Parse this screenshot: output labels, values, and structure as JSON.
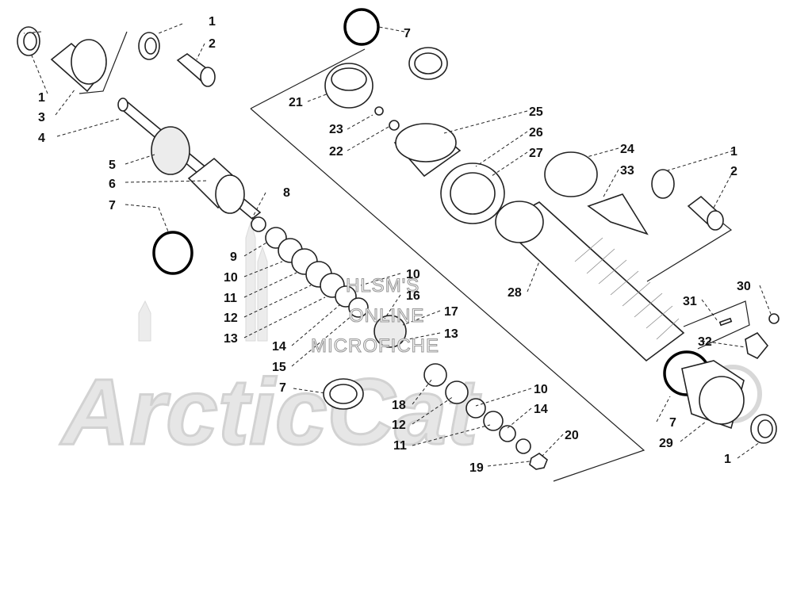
{
  "watermark": {
    "brand": "ArcticCat",
    "line1": "HLSM'S",
    "line2": "ONLINE",
    "line3": "MICROFICHE"
  },
  "callouts": [
    {
      "id": "c1a",
      "text": "1"
    },
    {
      "id": "c2a",
      "text": "2"
    },
    {
      "id": "c1b",
      "text": "1"
    },
    {
      "id": "c3",
      "text": "3"
    },
    {
      "id": "c4",
      "text": "4"
    },
    {
      "id": "c5",
      "text": "5"
    },
    {
      "id": "c6",
      "text": "6"
    },
    {
      "id": "c7a",
      "text": "7"
    },
    {
      "id": "c8",
      "text": "8"
    },
    {
      "id": "c9",
      "text": "9"
    },
    {
      "id": "c10a",
      "text": "10"
    },
    {
      "id": "c11a",
      "text": "11"
    },
    {
      "id": "c12a",
      "text": "12"
    },
    {
      "id": "c13a",
      "text": "13"
    },
    {
      "id": "c14a",
      "text": "14"
    },
    {
      "id": "c15",
      "text": "15"
    },
    {
      "id": "c7b",
      "text": "7"
    },
    {
      "id": "c10b",
      "text": "10"
    },
    {
      "id": "c16",
      "text": "16"
    },
    {
      "id": "c17",
      "text": "17"
    },
    {
      "id": "c13b",
      "text": "13"
    },
    {
      "id": "c18",
      "text": "18"
    },
    {
      "id": "c12b",
      "text": "12"
    },
    {
      "id": "c11b",
      "text": "11"
    },
    {
      "id": "c10c",
      "text": "10"
    },
    {
      "id": "c14b",
      "text": "14"
    },
    {
      "id": "c20",
      "text": "20"
    },
    {
      "id": "c19",
      "text": "19"
    },
    {
      "id": "c7c",
      "text": "7"
    },
    {
      "id": "c21",
      "text": "21"
    },
    {
      "id": "c23",
      "text": "23"
    },
    {
      "id": "c22",
      "text": "22"
    },
    {
      "id": "c25",
      "text": "25"
    },
    {
      "id": "c26",
      "text": "26"
    },
    {
      "id": "c27",
      "text": "27"
    },
    {
      "id": "c24",
      "text": "24"
    },
    {
      "id": "c33",
      "text": "33"
    },
    {
      "id": "c1c",
      "text": "1"
    },
    {
      "id": "c2b",
      "text": "2"
    },
    {
      "id": "c28",
      "text": "28"
    },
    {
      "id": "c30",
      "text": "30"
    },
    {
      "id": "c31",
      "text": "31"
    },
    {
      "id": "c32",
      "text": "32"
    },
    {
      "id": "c7d",
      "text": "7"
    },
    {
      "id": "c29",
      "text": "29"
    },
    {
      "id": "c1d",
      "text": "1"
    }
  ]
}
